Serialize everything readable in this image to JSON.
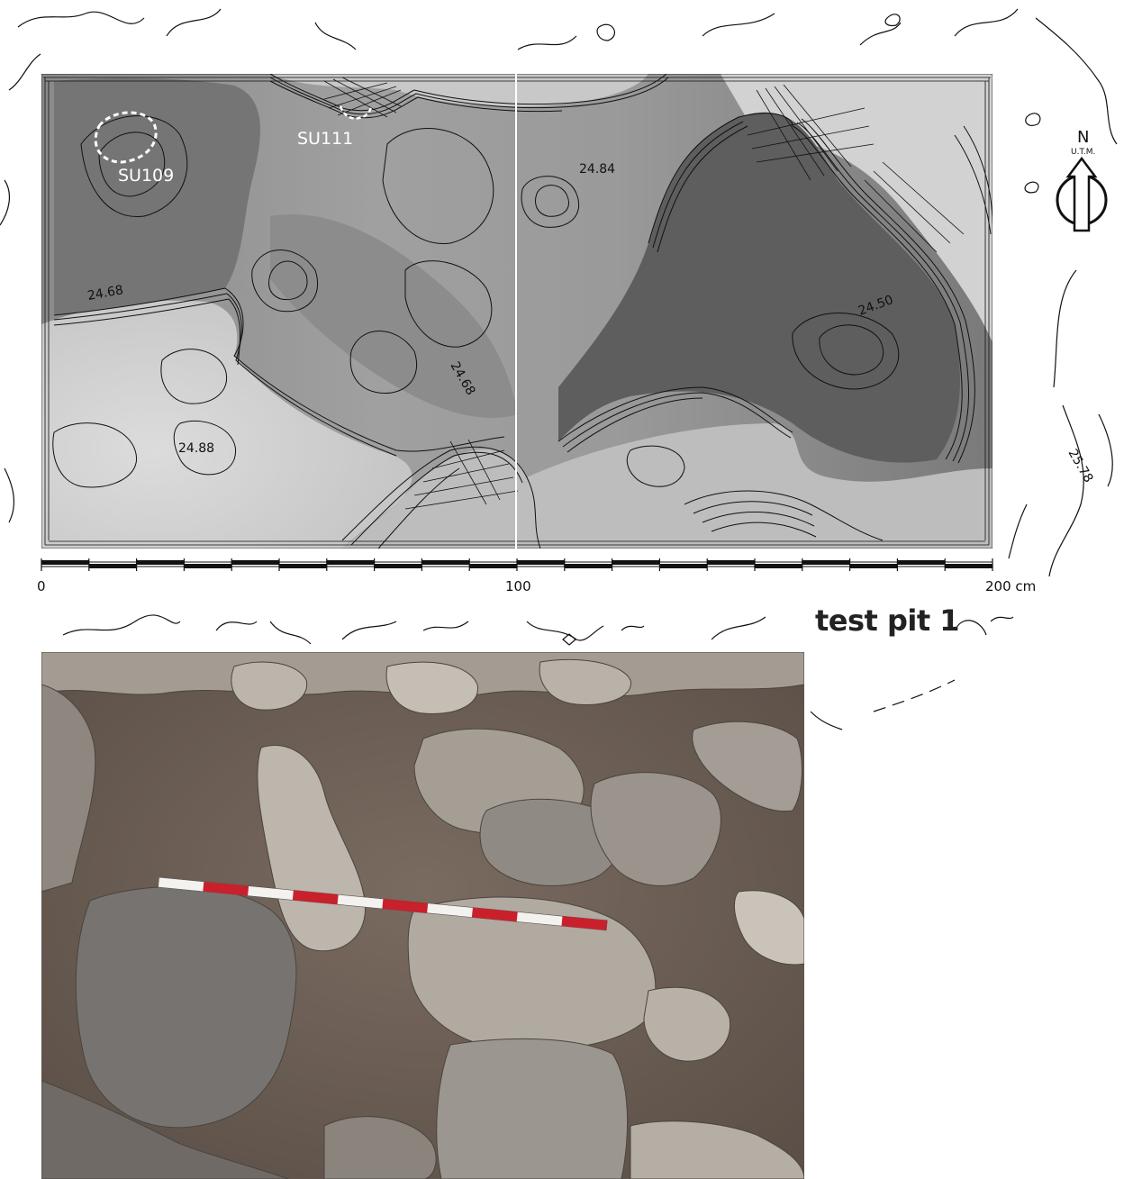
{
  "plan": {
    "contour_labels": [
      "24.68",
      "24.84",
      "24.50",
      "24.68",
      "24.88",
      "25.78"
    ],
    "feature_labels": [
      "SU109",
      "SU111"
    ],
    "north_arrow": {
      "letter": "N",
      "subtitle": "U.T.M."
    }
  },
  "scale_bar": {
    "tick_labels": [
      "0",
      "100",
      "200 cm"
    ],
    "units": "cm",
    "range": [
      0,
      200
    ],
    "divisions": 20
  },
  "title": "test pit 1",
  "photo": {
    "subject": "excavated test pit with stones and red-white measuring rod"
  },
  "colors": {
    "pit_fill_dark": "#5e5e5e",
    "pit_fill_mid": "#8a8a8a",
    "pit_fill_light": "#c4c4c4",
    "soil": "#6f6157",
    "rod_red": "#c8212c"
  }
}
